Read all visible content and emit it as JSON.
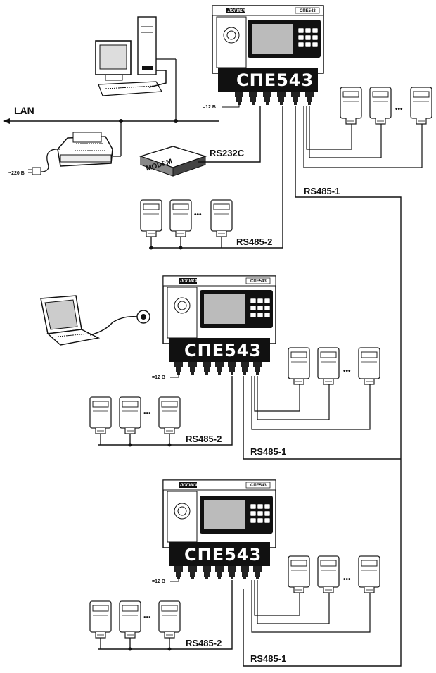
{
  "labels": {
    "lan": "LAN",
    "rs232c": "RS232C",
    "rs485_1": "RS485-1",
    "rs485_2": "RS485-2",
    "power_12v": "=12 В",
    "power_220v": "~220 В",
    "modem": "MODEM"
  },
  "devices": [
    {
      "name": "СПЕ543",
      "brand": "ЛОГИКА",
      "model_tag": "СПЕ543"
    },
    {
      "name": "СПЕ543",
      "brand": "ЛОГИКА",
      "model_tag": "СПЕ543"
    },
    {
      "name": "СПЕ543",
      "brand": "ЛОГИКА",
      "model_tag": "СПЕ543"
    }
  ],
  "meter_ellipsis": "•••"
}
